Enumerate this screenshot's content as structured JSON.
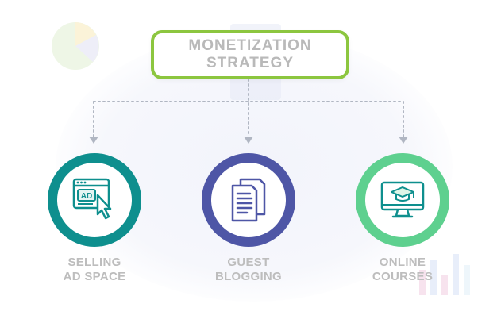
{
  "title": {
    "line1": "MONETIZATION",
    "line2": "STRATEGY"
  },
  "strategies": [
    {
      "line1": "SELLING",
      "line2": "AD SPACE",
      "icon": "ad-browser-cursor-icon",
      "icon_text": "AD",
      "color": "#0e8f8e"
    },
    {
      "line1": "GUEST",
      "line2": "BLOGGING",
      "icon": "documents-icon",
      "color": "#4e56a6"
    },
    {
      "line1": "ONLINE",
      "line2": "COURSES",
      "icon": "monitor-graduation-cap-icon",
      "color": "#5ed08f"
    }
  ],
  "colors": {
    "title_border": "#8cc63f",
    "text": "#bdbdbd",
    "connector": "#b0b6c2"
  }
}
